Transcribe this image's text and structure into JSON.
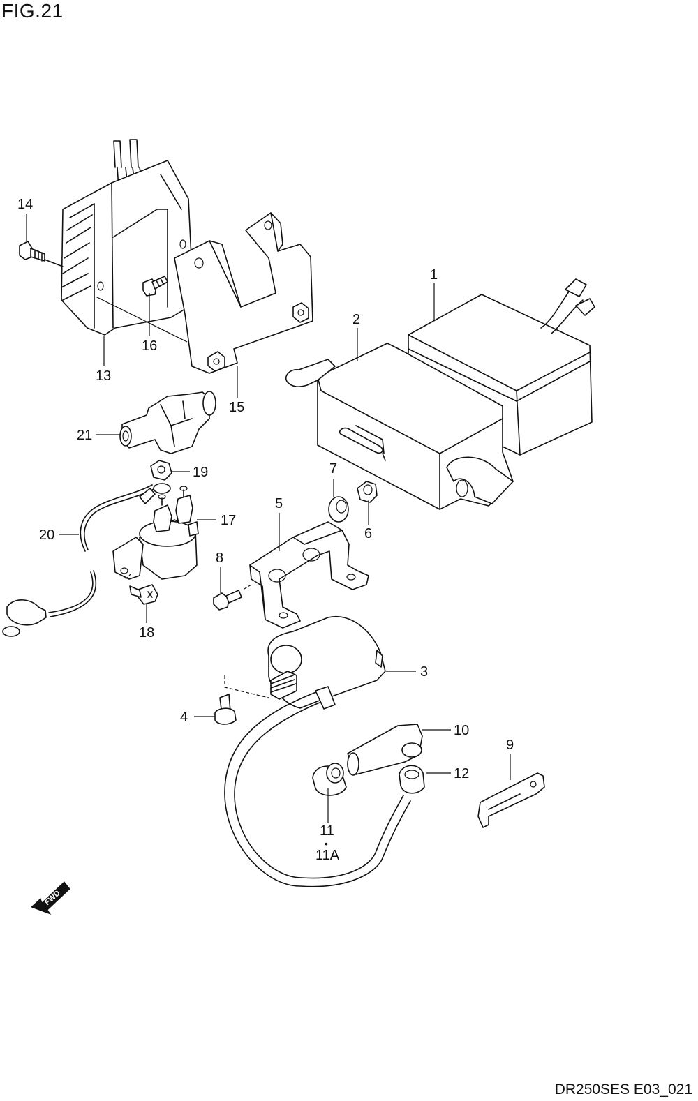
{
  "figure": {
    "title": "FIG.21",
    "code": "DR250SES E03_021",
    "fwd_label": "FWD"
  },
  "callouts": {
    "c1": "1",
    "c2": "2",
    "c3": "3",
    "c4": "4",
    "c5": "5",
    "c6": "6",
    "c7": "7",
    "c8": "8",
    "c9": "9",
    "c10": "10",
    "c11": "11",
    "c11_dot": "•",
    "c11a": "11A",
    "c12": "12",
    "c13": "13",
    "c14": "14",
    "c15": "15",
    "c16": "16",
    "c17": "17",
    "c18": "18",
    "c19": "19",
    "c20": "20",
    "c21": "21"
  }
}
